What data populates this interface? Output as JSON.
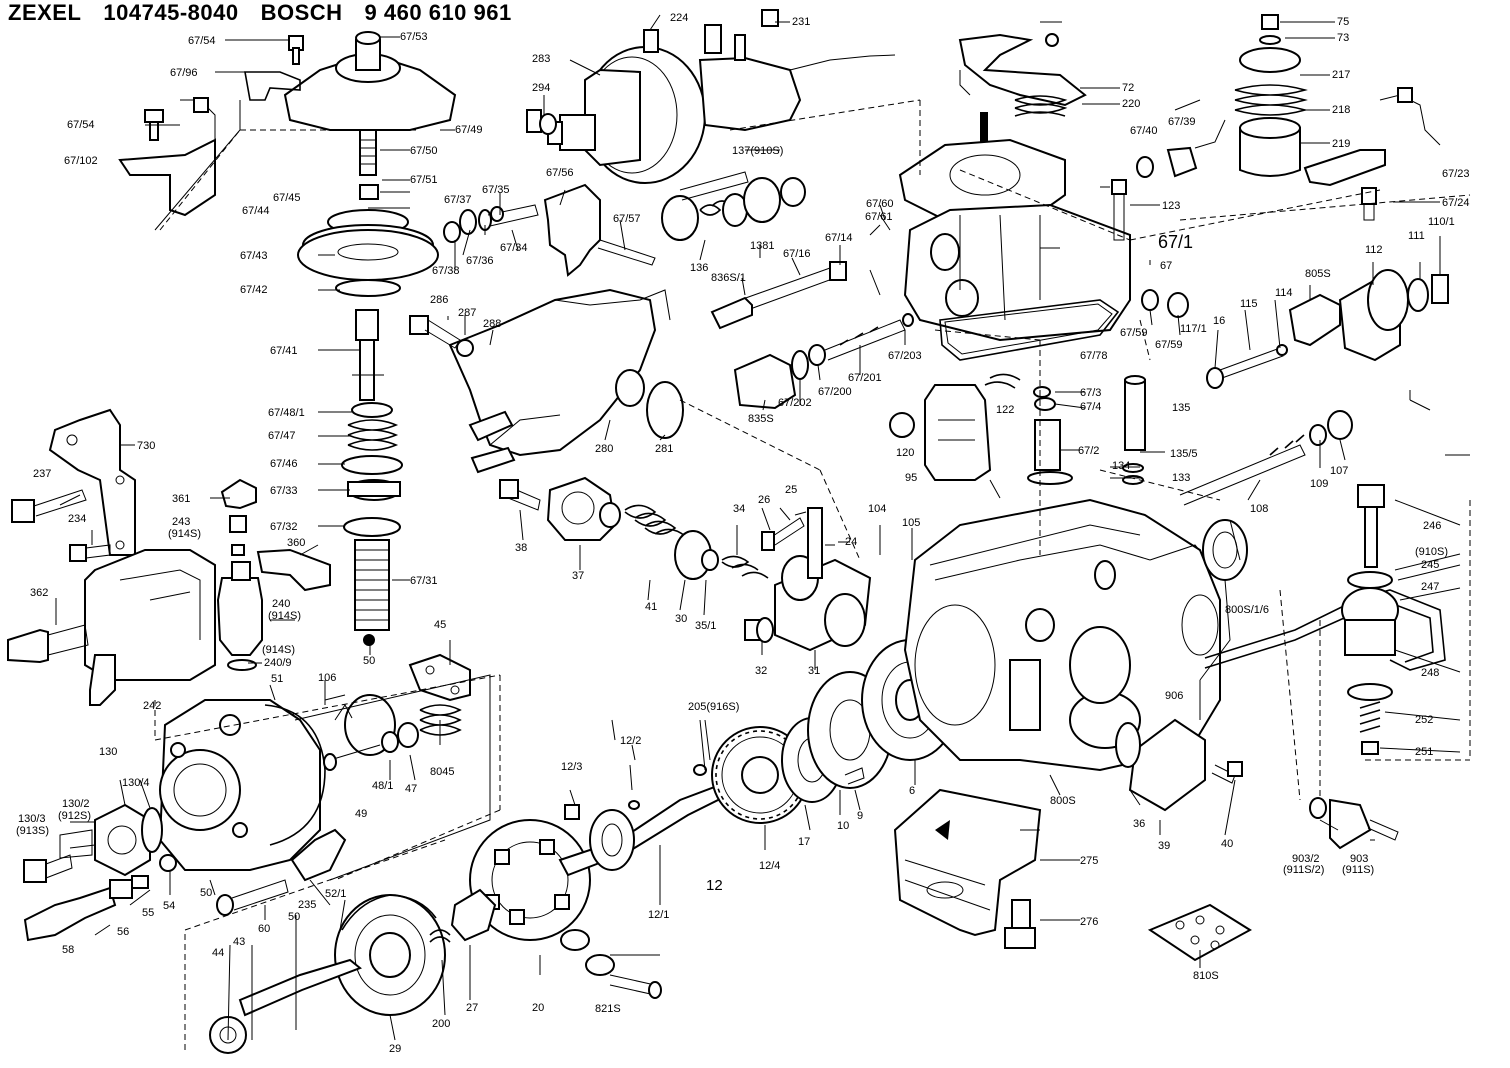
{
  "header": {
    "brand1": "ZEXEL",
    "number1": "104745-8040",
    "brand2": "BOSCH",
    "number2": "9 460 610 961"
  },
  "labels": {
    "l67_54a": "67/54",
    "l67_53": "67/53",
    "l67_96": "67/96",
    "l67_49": "67/49",
    "l67_54b": "67/54",
    "l67_50": "67/50",
    "l67_102": "67/102",
    "l67_51": "67/51",
    "l67_45": "67/45",
    "l67_44": "67/44",
    "l67_43": "67/43",
    "l67_42": "67/42",
    "l67_41": "67/41",
    "l67_48_1": "67/48/1",
    "l67_47": "67/47",
    "l67_46": "67/46",
    "l67_33": "67/33",
    "l67_32": "67/32",
    "l67_31": "67/31",
    "l50a": "50",
    "l730": "730",
    "l237": "237",
    "l234": "234",
    "l361": "361",
    "l243": "243",
    "l914s_a": "(914S)",
    "l360": "360",
    "l362": "362",
    "l240": "240",
    "l914s_b": "(914S)",
    "l914s_c": "(914S)",
    "l240_9": "240/9",
    "l242": "242",
    "l45": "45",
    "l51": "51",
    "l106": "106",
    "l130": "130",
    "l130_4": "130/4",
    "l130_2": "130/2",
    "l912s": "(912S)",
    "l130_3": "130/3",
    "l913s": "(913S)",
    "l8045": "8045",
    "l48_1": "48/1",
    "l47": "47",
    "l49": "49",
    "l50b": "50",
    "l54": "54",
    "l55": "55",
    "l56": "56",
    "l58": "58",
    "l60": "60",
    "l235": "235",
    "l52_1": "52/1",
    "l50c": "50",
    "l43": "43",
    "l44": "44",
    "l29": "29",
    "l200": "200",
    "l27": "27",
    "l20": "20",
    "l821s": "821S",
    "l12_3": "12/3",
    "l12_2": "12/2",
    "l205": "205(916S)",
    "l12": "12",
    "l12_1": "12/1",
    "l12_4": "12/4",
    "l17": "17",
    "l10": "10",
    "l9": "9",
    "l6": "6",
    "l224": "224",
    "l231": "231",
    "l283": "283",
    "l294": "294",
    "l137": "137(910S)",
    "l67_56": "67/56",
    "l67_57": "67/57",
    "l67_35": "67/35",
    "l67_37": "67/37",
    "l67_34": "67/34",
    "l67_36": "67/36",
    "l67_38": "67/38",
    "l136": "136",
    "l1381": "1381",
    "l836s_1": "836S/1",
    "l67_16": "67/16",
    "l67_14": "67/14",
    "l67_60": "67/60",
    "l67_61": "67/61",
    "l286": "286",
    "l287": "287",
    "l288": "288",
    "l280": "280",
    "l281": "281",
    "l38": "38",
    "l37": "37",
    "l41": "41",
    "l30": "30",
    "l35_1": "35/1",
    "l34": "34",
    "l26": "26",
    "l25": "25",
    "l24": "24",
    "l32": "32",
    "l31": "31",
    "l835s": "835S",
    "l67_202": "67/202",
    "l67_200": "67/200",
    "l67_201": "67/201",
    "l67_203": "67/203",
    "l104": "104",
    "l105": "105",
    "l120": "120",
    "l95": "95",
    "l122": "122",
    "l67_3": "67/3",
    "l67_4": "67/4",
    "l67_2": "67/2",
    "l135": "135",
    "l134": "134",
    "l135_5": "135/5",
    "l133": "133",
    "l800s_1_6": "800S/1/6",
    "l906": "906",
    "l800s": "800S",
    "l36": "36",
    "l39": "39",
    "l40": "40",
    "l275": "275",
    "l276": "276",
    "l810s": "810S",
    "l903_2": "903/2",
    "l911s_2": "(911S/2)",
    "l903": "903",
    "l911s": "(911S)",
    "l75": "75",
    "l73": "73",
    "l72": "72",
    "l220": "220",
    "l217": "217",
    "l218": "218",
    "l219": "219",
    "l67_40": "67/40",
    "l67_39": "67/39",
    "l67_23": "67/23",
    "l67_24": "67/24",
    "l123": "123",
    "l67_1": "67/1",
    "l67": "67",
    "l110_1": "110/1",
    "l111": "111",
    "l112": "112",
    "l805s": "805S",
    "l114": "114",
    "l115": "115",
    "l116": "16",
    "l117_1": "117/1",
    "l67_59a": "67/59",
    "l67_59b": "67/59",
    "l67_78": "67/78",
    "l108": "108",
    "l109": "109",
    "l107": "107",
    "l246": "246",
    "l910s": "(910S)",
    "l245": "245",
    "l247": "247",
    "l248": "248",
    "l252": "252",
    "l251": "251"
  }
}
